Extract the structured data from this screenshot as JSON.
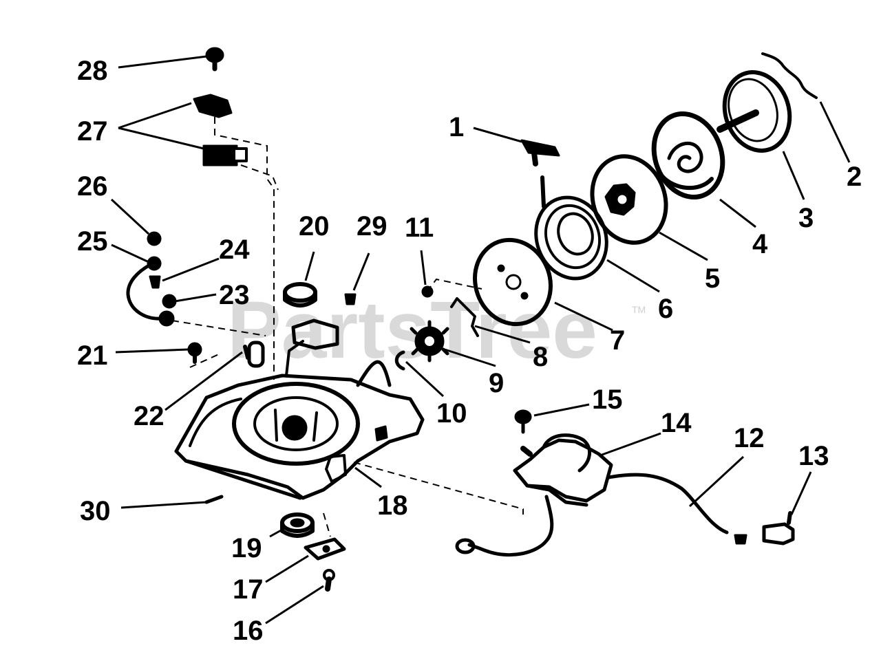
{
  "watermark": {
    "text": "PartsTree",
    "mark": "TM"
  },
  "callouts": [
    "1",
    "2",
    "3",
    "4",
    "5",
    "6",
    "7",
    "8",
    "9",
    "10",
    "11",
    "12",
    "13",
    "14",
    "15",
    "16",
    "17",
    "18",
    "19",
    "20",
    "21",
    "22",
    "23",
    "24",
    "25",
    "26",
    "27",
    "28",
    "29",
    "30"
  ]
}
